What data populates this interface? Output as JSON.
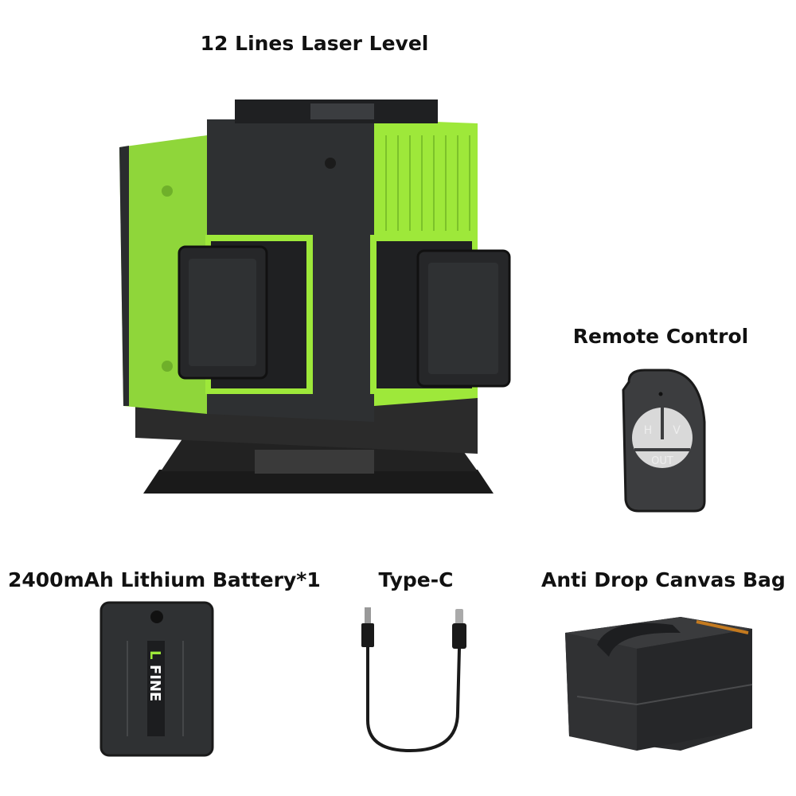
{
  "labels": {
    "main": "12 Lines Laser Level",
    "remote": "Remote Control",
    "battery": "2400mAh Lithium Battery*1",
    "typec": "Type-C",
    "bag": "Anti Drop Canvas Bag"
  },
  "remote_buttons": {
    "h": "H",
    "v": "V",
    "out": "OUT"
  },
  "battery_brand": {
    "prefix": "L",
    "rest": "FINE"
  },
  "colors": {
    "accent_green": "#9ee83a",
    "dark_body": "#2a2c2e",
    "background": "#ffffff"
  },
  "icons": [
    "laser-level-illustration",
    "remote-control-illustration",
    "battery-illustration",
    "type-c-cable-illustration",
    "canvas-bag-illustration"
  ]
}
